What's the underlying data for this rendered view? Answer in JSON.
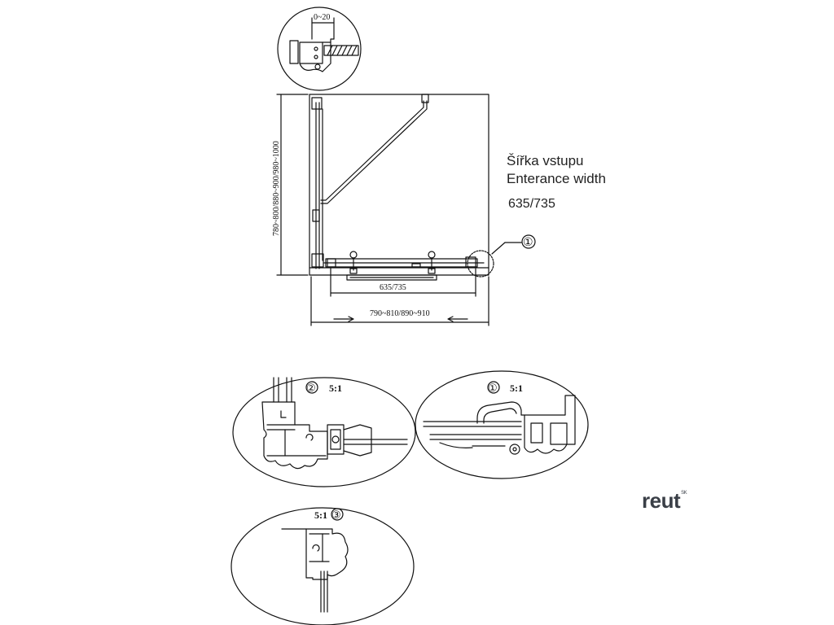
{
  "labels": {
    "entrance_cz": "Šířka vstupu",
    "entrance_en": "Enterance width",
    "entrance_width": "635/735"
  },
  "dimensions": {
    "detail_gap": "0~20",
    "height_range": "780~800/880~900/980~1000",
    "door_width": "635/735",
    "total_width": "790~810/890~910"
  },
  "callouts": {
    "one": "①",
    "two": "②",
    "three": "③",
    "scale_2": "5:1",
    "scale_1": "5:1",
    "scale_3": "5:1"
  },
  "logo": {
    "text": "reut",
    "sup": "SK"
  },
  "colors": {
    "line": "#111111",
    "logo": "#3a3f47"
  }
}
